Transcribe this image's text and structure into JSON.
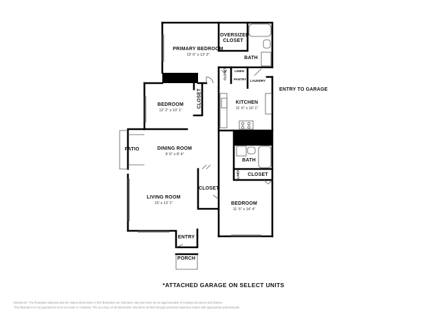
{
  "rooms": {
    "primary_bedroom": {
      "name": "PRIMARY BEDROOM",
      "dim": "13' 6\" x 13' 3\""
    },
    "oversized_closet": {
      "name_line1": "OVERSIZED",
      "name_line2": "CLOSET"
    },
    "bath_upper": {
      "name": "BATH"
    },
    "linen": {
      "name": "LINEN"
    },
    "pantry": {
      "name": "PANTRY"
    },
    "laundry": {
      "name": "LAUNDRY"
    },
    "closet_small": {
      "name": "CLOSET"
    },
    "entry_to_garage": {
      "name": "ENTRY TO GARAGE"
    },
    "bedroom_left": {
      "name": "BEDROOM",
      "dim": "12' 2\" x 10' 1\""
    },
    "closet_bedroom_left": {
      "name": "CLOSET"
    },
    "kitchen": {
      "name": "KITCHEN",
      "dim": "11' 5\" x 10' 1\""
    },
    "patio": {
      "name": "PATIO"
    },
    "dining_room": {
      "name": "DINING ROOM",
      "dim": "9' 5\" x 8' 4\""
    },
    "bath_lower": {
      "name": "BATH"
    },
    "linen_lower": {
      "name": "LINEN"
    },
    "closet_lower": {
      "name": "CLOSET"
    },
    "closet_hall": {
      "name": "CLOSET"
    },
    "living_room": {
      "name": "LIVING ROOM",
      "dim": "15' x 13' 1\""
    },
    "bedroom_right": {
      "name": "BEDROOM",
      "dim": "11' 5\" x 14' 4\""
    },
    "entry": {
      "name": "ENTRY"
    },
    "porch": {
      "name": "PORCH"
    }
  },
  "footnote": "*ATTACHED GARAGE ON SELECT UNITS",
  "disclaimer": {
    "line1": "Disclaimer: The floorplans depicted and the stated dimensions in this illustration are indicative only and serve as an approximation of existing structures and fixtures.",
    "line2": "This illustration is not guaranteed to be accurate or complete. The accuracy of all information should be verified through personal inspection and/or with appropriate professionals."
  },
  "colors": {
    "wall": "#000000",
    "thin": "#555555",
    "background": "#ffffff"
  }
}
